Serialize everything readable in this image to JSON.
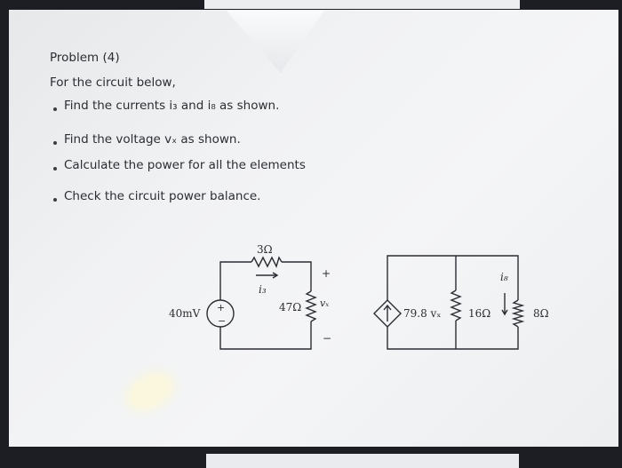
{
  "problem": {
    "title": "Problem (4)",
    "intro": "For the circuit below,",
    "tasks": [
      "Find the currents i₃ and i₈ as shown.",
      "Find the voltage vₓ as shown.",
      "Calculate the power for all the elements",
      "Check the circuit power balance."
    ]
  },
  "circuit": {
    "source_label": "40mV",
    "source_plus": "+",
    "source_minus": "−",
    "r3_label": "3Ω",
    "i3_label": "i₃",
    "r47_label": "47Ω",
    "vx_label": "vₓ",
    "vx_plus": "+",
    "vx_minus": "−",
    "dep_source_label": "79.8 vₓ",
    "r16_label": "16Ω",
    "i8_label": "i₈",
    "r8_label": "8Ω"
  }
}
